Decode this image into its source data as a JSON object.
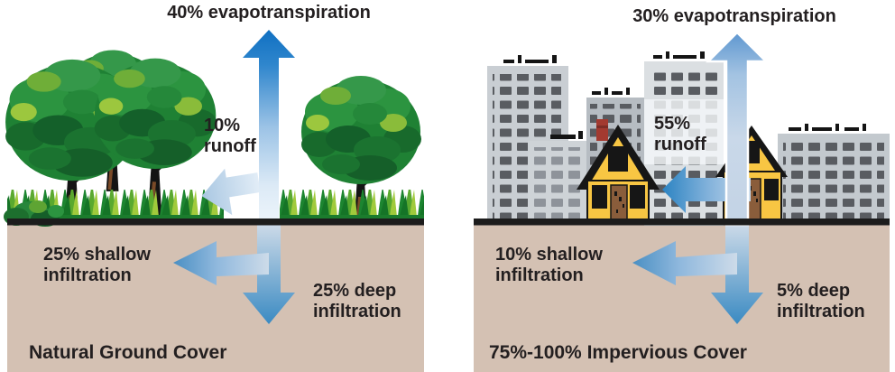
{
  "panels": [
    {
      "caption": "Natural Ground Cover",
      "labels": {
        "evapotranspiration": "40% evapotranspiration",
        "runoff_pct": "10%",
        "runoff_word": "runoff",
        "shallow_line1": "25% shallow",
        "shallow_line2": "infiltration",
        "deep_line1": "25% deep",
        "deep_line2": "infiltration"
      },
      "values": {
        "evapotranspiration_pct": 40,
        "runoff_pct": 10,
        "shallow_infiltration_pct": 25,
        "deep_infiltration_pct": 25
      }
    },
    {
      "caption": "75%-100% Impervious Cover",
      "labels": {
        "evapotranspiration": "30% evapotranspiration",
        "runoff_pct": "55%",
        "runoff_word": "runoff",
        "shallow_line1": "10% shallow",
        "shallow_line2": "infiltration",
        "deep_line1": "5% deep",
        "deep_line2": "infiltration"
      },
      "values": {
        "evapotranspiration_pct": 30,
        "runoff_pct": 55,
        "shallow_infiltration_pct": 10,
        "deep_infiltration_pct": 5
      }
    }
  ],
  "colors": {
    "arrow_blue_dark": "#1070c2",
    "arrow_blue_mid": "#3a8ac2",
    "arrow_blue_pale": "#c9d8e9",
    "soil_tan": "#d4c1b3",
    "ground_line": "#1c1c1c",
    "grass_green": "#1b7c2d",
    "tree_green": "#1f8134",
    "building_gray": "#c9ced3",
    "window_gray": "#595c61",
    "house_yellow": "#f8c643",
    "door_brown": "#8a5d3b",
    "chimney_red": "#a33a30",
    "text": "#231f20"
  }
}
